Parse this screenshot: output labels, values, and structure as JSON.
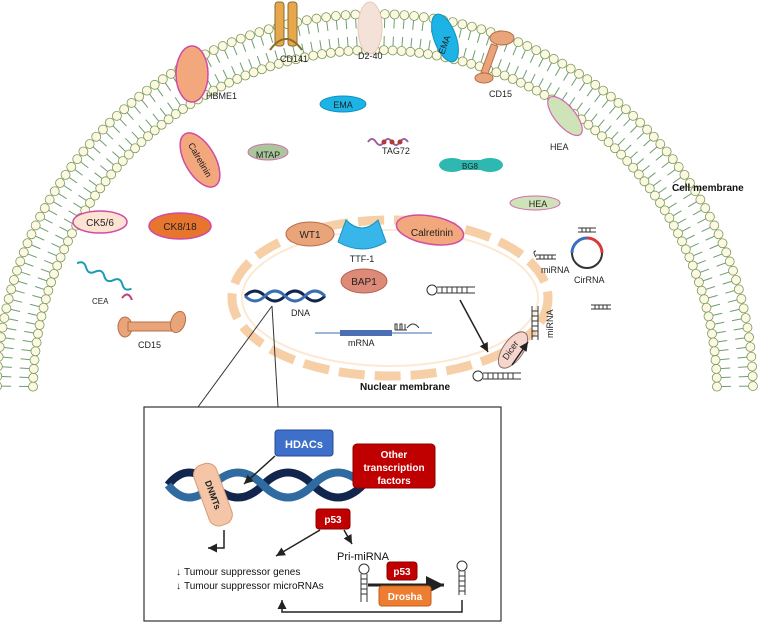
{
  "cell": {
    "cell_membrane_label": "Cell membrane",
    "nuclear_membrane_label": "Nuclear membrane",
    "markers": {
      "hbme1": "HBME1",
      "cd141": "CD141",
      "d240": "D2-40",
      "ema_top": "EMA",
      "cd15_top": "CD15",
      "ema_mid": "EMA",
      "calretinin_cyto": "Calretinin",
      "mtap": "MTAP",
      "tag72": "TAG72",
      "bg8": "BG8",
      "hea_top": "HEA",
      "hea_mid": "HEA",
      "ck56": "CK5/6",
      "ck818": "CK8/18",
      "cea": "CEA",
      "cd15_low": "CD15",
      "wt1": "WT1",
      "ttf1": "TTF-1",
      "calretinin_nuc": "Calretinin",
      "bap1": "BAP1",
      "dna": "DNA",
      "mrna": "mRNA",
      "mirna": "miRNA",
      "cirrna": "CirRNA",
      "dicer": "Dicer",
      "mirna_vertical": "miRNA"
    }
  },
  "inset": {
    "hdacs": "HDACs",
    "dnmts": "DNMTs",
    "other_tf_line1": "Other",
    "other_tf_line2": "transcription",
    "other_tf_line3": "factors",
    "p53_main": "p53",
    "pri_mirna": "Pri-miRNA",
    "p53_small": "p53",
    "drosha": "Drosha",
    "tsg": "Tumour suppressor genes",
    "tsmirna": "Tumour suppressor microRNAs"
  }
}
